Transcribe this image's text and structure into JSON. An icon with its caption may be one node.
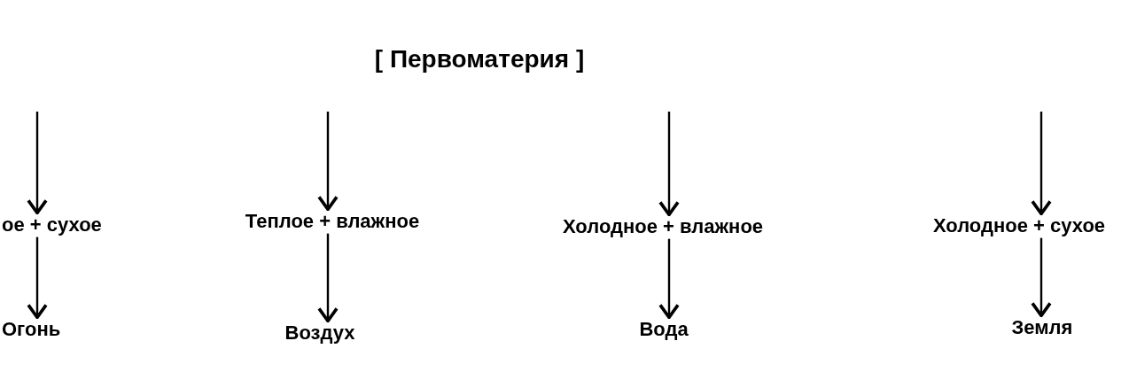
{
  "diagram": {
    "title": "[ Первоматерия ]",
    "nodes": [
      {
        "text": [
          "ое + сухое"
        ]
      },
      {
        "text": [
          "Теплое + влажное"
        ]
      },
      {
        "text": [
          "Холодное + влажное"
        ]
      },
      {
        "text": [
          "Холодное + сухое"
        ]
      },
      {
        "text": [
          "Огонь"
        ]
      },
      {
        "text": [
          "Воздух"
        ]
      },
      {
        "text": [
          "Вода"
        ]
      },
      {
        "text": [
          "Земля"
        ]
      }
    ],
    "edges": [
      {
        "from": null,
        "to": 0,
        "arrow": "to"
      },
      {
        "from": null,
        "to": 1,
        "arrow": "to"
      },
      {
        "from": null,
        "to": 2,
        "arrow": "to"
      },
      {
        "from": null,
        "to": 3,
        "arrow": "to"
      },
      {
        "from": 0,
        "to": 4,
        "arrow": "to"
      },
      {
        "from": 1,
        "to": 5,
        "arrow": "to"
      },
      {
        "from": 2,
        "to": 6,
        "arrow": "to"
      },
      {
        "from": 3,
        "to": 7,
        "arrow": "to"
      }
    ]
  }
}
